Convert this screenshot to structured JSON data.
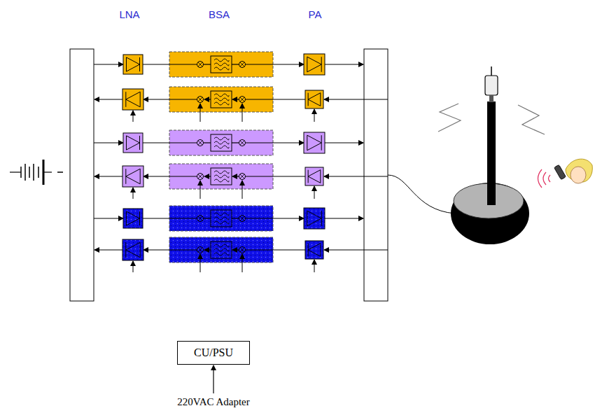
{
  "diagram": {
    "nodes": [
      {
        "text": [
          "CU/PSU"
        ]
      }
    ],
    "labels": [
      "LNA",
      "BSA",
      "PA",
      "220VAC Adapter"
    ]
  }
}
